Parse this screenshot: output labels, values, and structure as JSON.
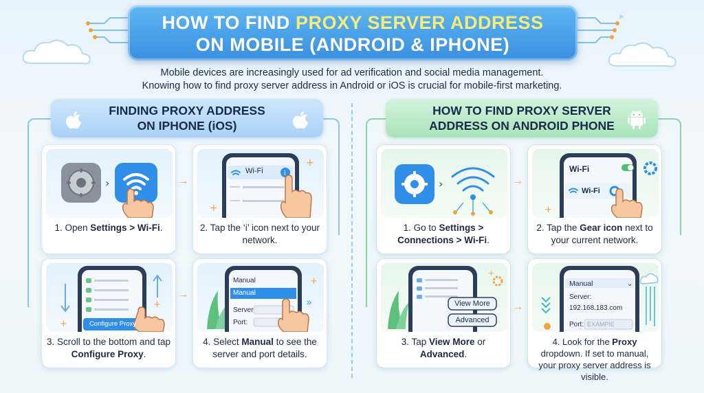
{
  "title": {
    "line1_pre": "HOW TO FIND ",
    "line1_highlight": "PROXY SERVER ADDRESS",
    "line2": "ON MOBILE (ANDROID & IPHONE)"
  },
  "intro": {
    "line1": "Mobile devices are increasingly used for ad verification and social media management.",
    "line2": "Knowing how to find proxy server address in Android or iOS is crucial for mobile-first marketing."
  },
  "ios": {
    "header_line1": "FINDING PROXY ADDRESS",
    "header_line2": "ON IPHONE (iOS)",
    "steps": [
      {
        "pre": "1. Open ",
        "bold": "Settings > Wi-Fi",
        "post": "."
      },
      {
        "pre": "2. Tap the ‘i’ icon next to your network.",
        "bold": "",
        "post": ""
      },
      {
        "pre": "3. Scroll to the bottom and tap ",
        "bold": "Configure Proxy",
        "post": "."
      },
      {
        "pre": "4. Select ",
        "bold": "Manual",
        "post": " to see the server and port details."
      }
    ],
    "art": {
      "wifi_label": "Wi-Fi",
      "configure_btn": "Configure Proxy",
      "manual_label": "Manual",
      "manual_selected": "Manual",
      "server_label": "Server",
      "port_label": "Port:"
    }
  },
  "android": {
    "header_line1": "HOW TO FIND PROXY SERVER",
    "header_line2": "ADDRESS ON ANDROID PHONE",
    "steps": [
      {
        "pre": "1. Go to ",
        "bold": "Settings > Connections > Wi-Fi",
        "post": "."
      },
      {
        "pre": "2. Tap the ",
        "bold": "Gear icon",
        "post": " next to your current network."
      },
      {
        "pre": "3. Tap ",
        "bold": "View More",
        "post": " or ",
        "bold2": "Advanced",
        "post2": "."
      },
      {
        "pre": "4. Look for the ",
        "bold": "Proxy",
        "post": " dropdown. If set to manual, your proxy server address is visible."
      }
    ],
    "art": {
      "wifi_title": "Wi-Fi",
      "wifi_row": "Wi-Fi",
      "view_more_btn": "View More",
      "advanced_btn": "Advanced",
      "dropdown_value": "Manual",
      "server_label": "Server:",
      "server_value": "192.168.183.com",
      "port_label": "Port:",
      "port_placeholder": "EXAMPIE"
    }
  },
  "colors": {
    "title_bg": "#3a8fe0",
    "title_highlight": "#f7eb7a",
    "ios_header": "#a9d2f6",
    "android_header": "#a9e4bb",
    "accent_orange": "#f0a33b",
    "wifi_blue": "#2f8fe8"
  }
}
